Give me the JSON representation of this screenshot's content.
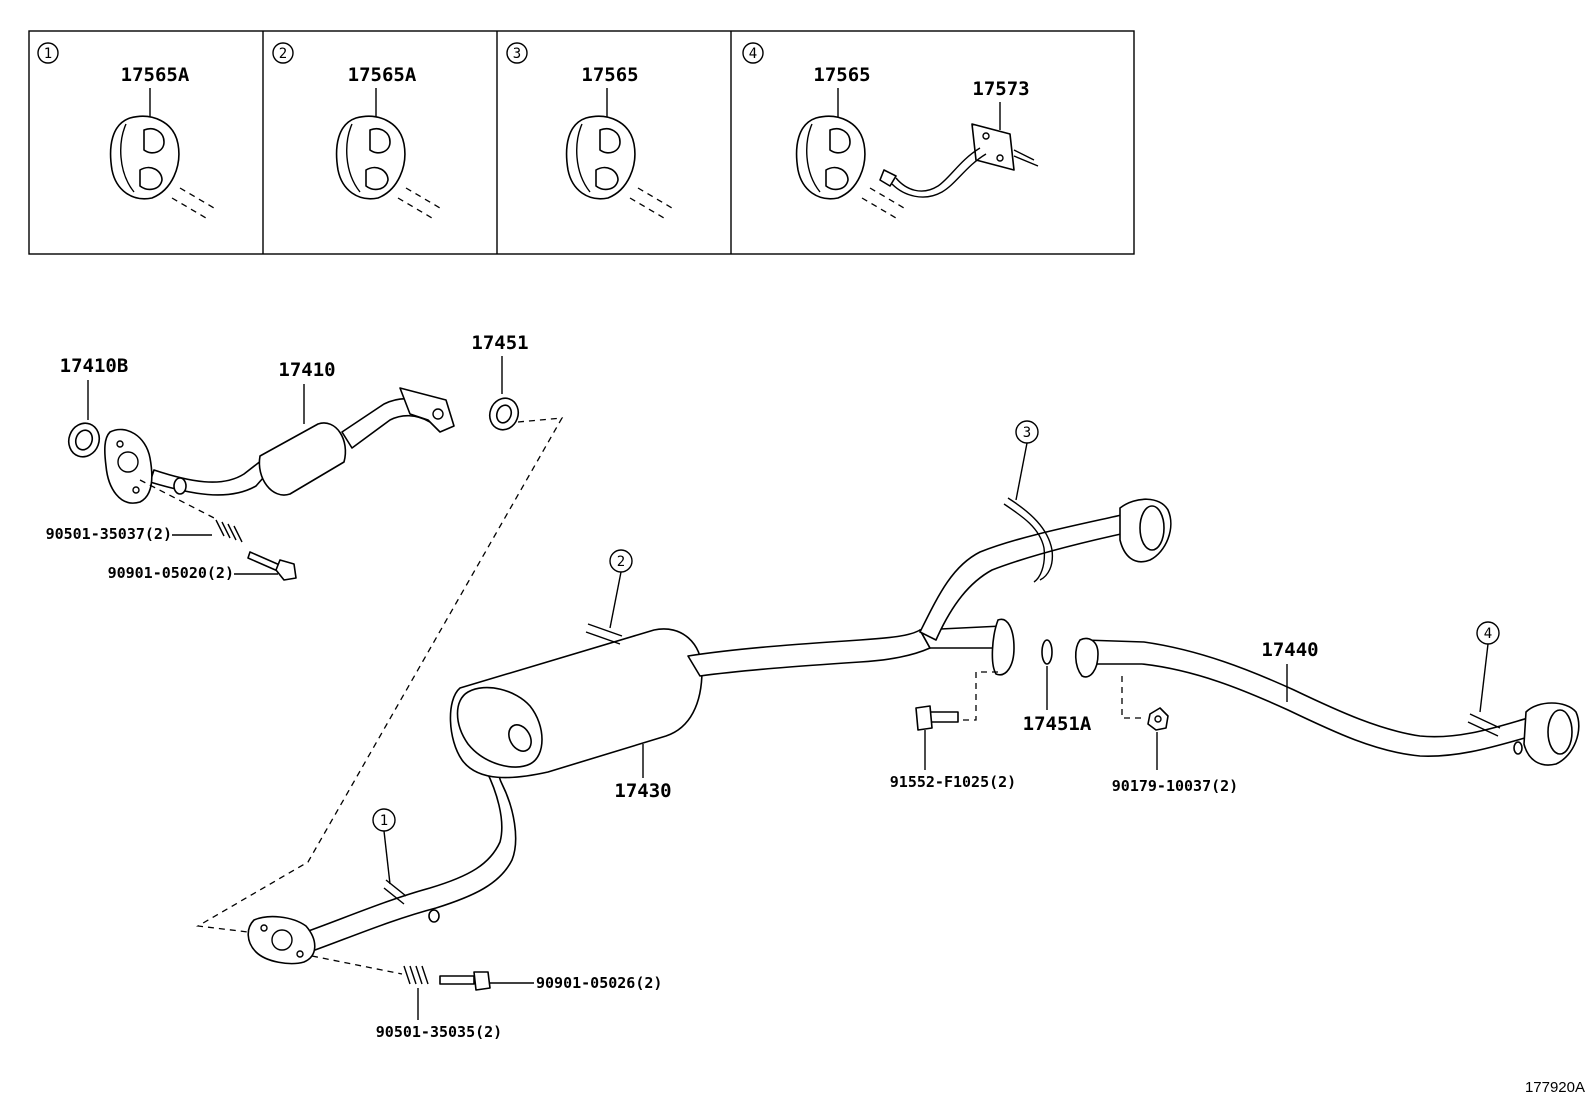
{
  "inset_panels": [
    {
      "index": "1",
      "labels": [
        "17565A"
      ]
    },
    {
      "index": "2",
      "labels": [
        "17565A"
      ]
    },
    {
      "index": "3",
      "labels": [
        "17565"
      ]
    },
    {
      "index": "4",
      "labels": [
        "17565",
        "17573"
      ]
    }
  ],
  "callouts": {
    "front_pipe_gasket": "17410B",
    "front_pipe": "17410",
    "gasket_front_upper": "17451",
    "center_pipe_muffler": "17430",
    "tail_pipe": "17440",
    "gasket_rear": "17451A",
    "spring_upper": "90501-35037(2)",
    "bolt_upper": "90901-05020(2)",
    "spring_lower": "90501-35035(2)",
    "bolt_lower": "90901-05026(2)",
    "bolt_center": "91552-F1025(2)",
    "nut_rear": "90179-10037(2)"
  },
  "hanger_markers": [
    "1",
    "2",
    "3",
    "4"
  ],
  "diagram_id": "177920A"
}
